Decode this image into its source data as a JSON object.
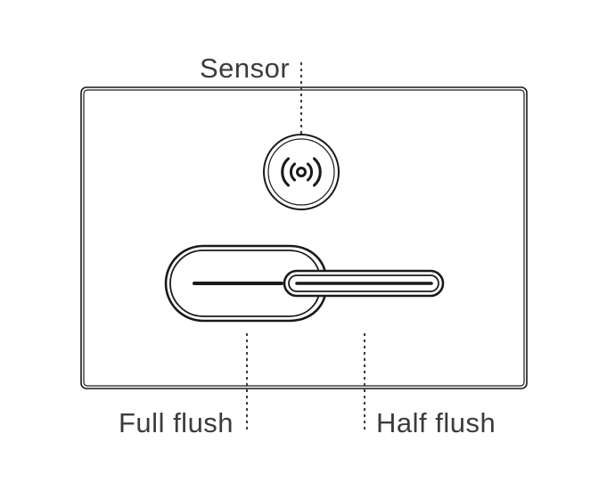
{
  "labels": {
    "sensor": "Sensor",
    "full_flush": "Full flush",
    "half_flush": "Half flush"
  },
  "icons": {
    "sensor_button": "wireless-signal-icon",
    "full_flush_button": "pill-button-icon",
    "half_flush_button": "bar-button-icon"
  },
  "colors": {
    "stroke": "#1a1a1a",
    "text": "#3b3b3b",
    "leader_line": "#3b3b3b",
    "background": "#ffffff"
  }
}
